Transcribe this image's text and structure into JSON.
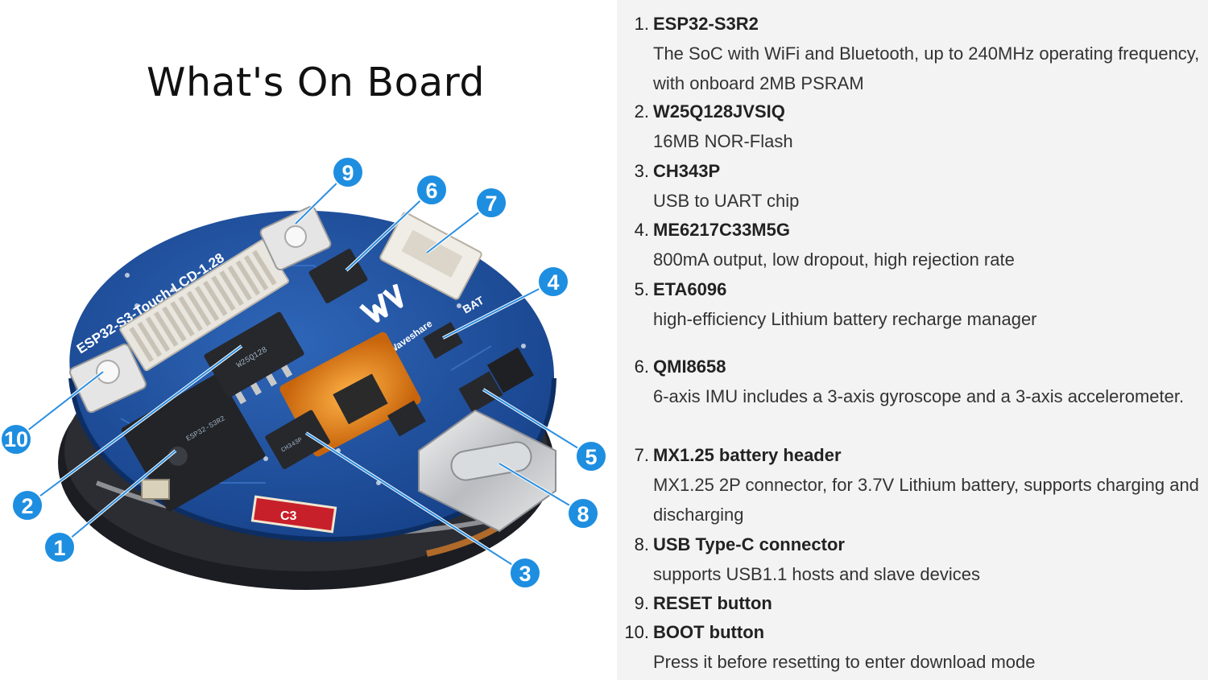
{
  "title": "What's On Board",
  "board": {
    "silk_model": "ESP32-S3-Touch-LCD-1.28",
    "silk_brand": "Waveshare",
    "silk_bat": "BAT",
    "silk_c3": "C3",
    "chip_main": "ESP32-S3R2",
    "chip_flash": "W25Q128",
    "chip_usb": "CH343P"
  },
  "callouts": [
    {
      "id": 1,
      "label": "1"
    },
    {
      "id": 2,
      "label": "2"
    },
    {
      "id": 3,
      "label": "3"
    },
    {
      "id": 4,
      "label": "4"
    },
    {
      "id": 5,
      "label": "5"
    },
    {
      "id": 6,
      "label": "6"
    },
    {
      "id": 7,
      "label": "7"
    },
    {
      "id": 8,
      "label": "8"
    },
    {
      "id": 9,
      "label": "9"
    },
    {
      "id": 10,
      "label": "10"
    }
  ],
  "items": [
    {
      "num": "1.",
      "name": "ESP32-S3R2",
      "desc": "The SoC with WiFi and Bluetooth, up to 240MHz operating frequency, with onboard 2MB PSRAM"
    },
    {
      "num": "2.",
      "name": "W25Q128JVSIQ",
      "desc": "16MB NOR-Flash"
    },
    {
      "num": "3.",
      "name": "CH343P",
      "desc": "USB to UART chip"
    },
    {
      "num": "4.",
      "name": "ME6217C33M5G",
      "desc": "800mA output, low dropout, high rejection rate"
    },
    {
      "num": "5.",
      "name": "ETA6096",
      "desc": "high-efficiency Lithium battery recharge manager"
    },
    {
      "num": "6.",
      "name": "QMI8658",
      "desc": "6-axis IMU includes a 3-axis gyroscope and a 3-axis accelerometer."
    },
    {
      "num": "7.",
      "name": "MX1.25 battery header",
      "desc": "MX1.25 2P connector, for 3.7V Lithium battery, supports charging and discharging"
    },
    {
      "num": "8.",
      "name": "USB Type-C connector",
      "desc": "supports USB1.1 hosts and slave devices"
    },
    {
      "num": "9.",
      "name": "RESET button",
      "desc": ""
    },
    {
      "num": "10.",
      "name": "BOOT button",
      "desc": "Press it before resetting to enter download mode"
    }
  ]
}
